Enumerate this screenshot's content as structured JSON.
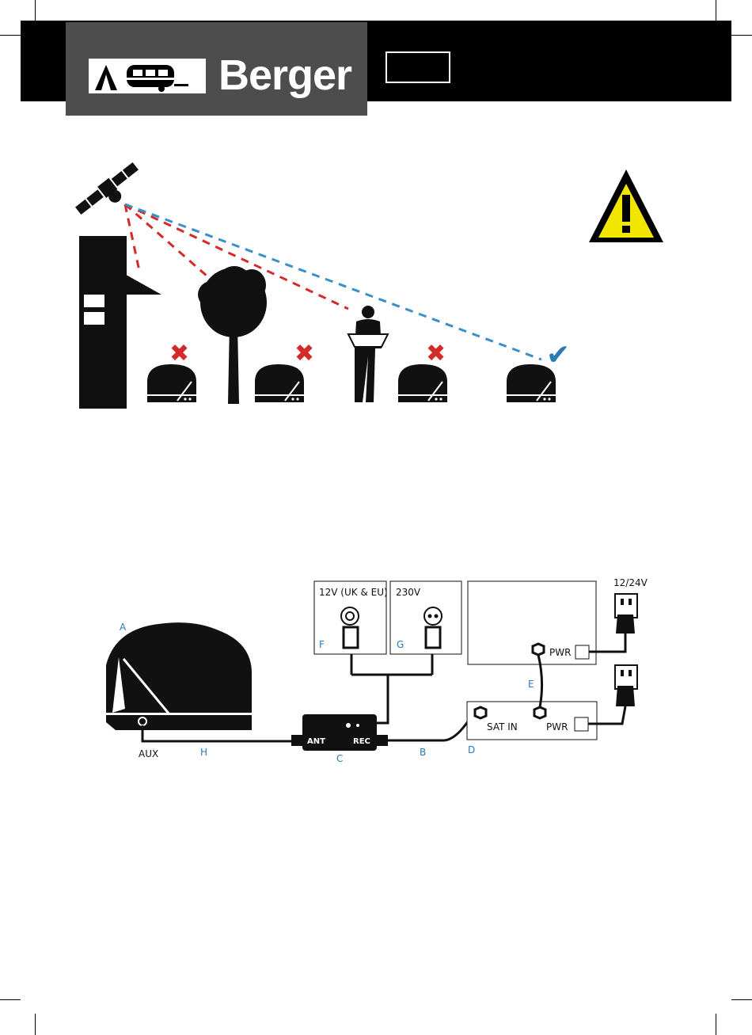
{
  "header": {
    "brand": "Berger",
    "logo_icon": "tent-caravan-icon"
  },
  "illustration": {
    "warning_icon": "warning-triangle-icon",
    "satellite_icon": "satellite-icon",
    "blocked_marks": [
      "✖",
      "✖",
      "✖"
    ],
    "ok_mark": "✔",
    "colors": {
      "blocked_path": "#d42a2a",
      "clear_path": "#3a8ec9",
      "warning_fill": "#f2e600"
    }
  },
  "wiring": {
    "labels": {
      "a": "A",
      "b": "B",
      "c": "C",
      "d": "D",
      "e": "E",
      "f": "F",
      "g": "G",
      "h": "H"
    },
    "aux": "AUX",
    "ant": "ANT",
    "rec": "REC",
    "socket_12v": "12V (UK & EU)",
    "socket_230v": "230V",
    "pwr_top": "PWR",
    "pwr_bottom": "PWR",
    "sat_in": "SAT IN",
    "supply": "12/24V",
    "colors": {
      "letter_labels": "#2a7ab8"
    }
  }
}
